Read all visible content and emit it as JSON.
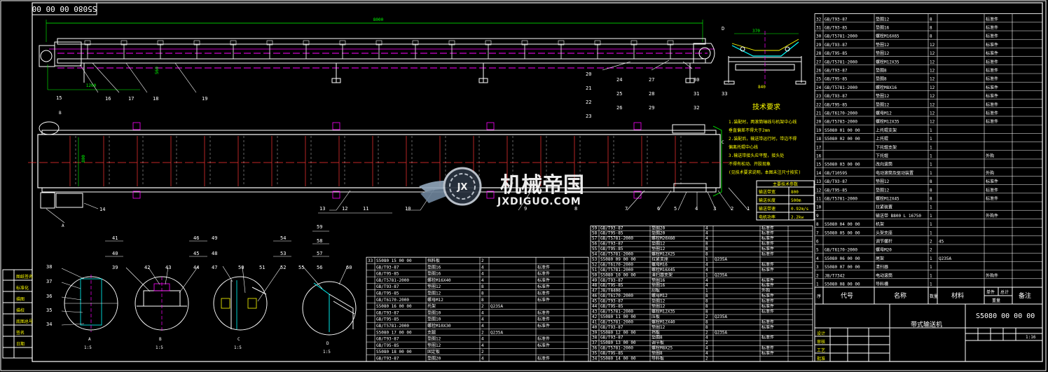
{
  "drawing_number": "S5080 00 00 00",
  "drawing_title": "带式输送机",
  "title_block": {
    "scale": "1:16",
    "parts_header": {
      "no": "序",
      "code": "代号",
      "name": "名称",
      "qty": "数量",
      "material": "材料",
      "weight_single": "单件",
      "weight_total": "总计",
      "weight": "重量",
      "remark": "备注"
    }
  },
  "tech_requirements": {
    "title": "技术要求",
    "lines": [
      "1.装配时，两滚筒轴线与机架中心线",
      "  垂直偏差不得大于2mm",
      "2.装配后，输送带运行时，带边不得",
      "  偏离托辊中心线",
      "3.输送带接头应平整，接头处",
      "  不得有松动、开胶现象",
      "(见技术要求说明，本图未注尺寸按实)"
    ]
  },
  "main_params": {
    "title": "主要技术参数",
    "rows": [
      [
        "输送带宽",
        "800"
      ],
      [
        "输送长度",
        "500m"
      ],
      [
        "输送带速",
        "0.92m/s"
      ],
      [
        "电机功率",
        "2.2kw"
      ]
    ]
  },
  "view_labels": {
    "view_a": "A",
    "view_b": "B",
    "view_c": "C",
    "view_d": "D",
    "detail_scale": "1:5",
    "dim_top": "8000",
    "dim_top_b": "800",
    "dim_left": "1200",
    "dim_left_b": "560",
    "dim_side": "840",
    "dim_sec": "370"
  },
  "callouts_side": [
    "15",
    "16",
    "17",
    "18",
    "19",
    "20",
    "21",
    "22",
    "23",
    "24",
    "25",
    "26",
    "27",
    "28",
    "29",
    "30",
    "31",
    "32",
    "33"
  ],
  "callouts_plan": [
    "1",
    "2",
    "3",
    "4",
    "5",
    "6",
    "7",
    "8",
    "9",
    "10",
    "11",
    "12",
    "13",
    "14"
  ],
  "callouts_detail": [
    "34",
    "35",
    "36",
    "37",
    "38",
    "39",
    "40",
    "41",
    "42",
    "43",
    "44",
    "45",
    "46",
    "47",
    "48",
    "49",
    "50",
    "51",
    "52",
    "53",
    "54",
    "55",
    "56",
    "57",
    "58",
    "59",
    "60"
  ],
  "left_stamp": [
    "图纸签名",
    "标准化",
    "描图",
    "描校",
    "底图总号",
    "签名",
    "日期"
  ],
  "signoff": [
    "设计",
    "审核",
    "工艺",
    "批准"
  ],
  "parts_right": [
    [
      "32",
      "GB/T93-87",
      "垫圈12",
      "8",
      "",
      "标准件"
    ],
    [
      "31",
      "GB/T93-85",
      "垫圈16",
      "8",
      "",
      "标准件"
    ],
    [
      "30",
      "GB/T5781-2000",
      "螺栓M16X65",
      "8",
      "",
      "标准件"
    ],
    [
      "29",
      "GB/T93-87",
      "垫圈12",
      "12",
      "",
      "标准件"
    ],
    [
      "28",
      "GB/T95-85",
      "垫圈12",
      "12",
      "",
      "标准件"
    ],
    [
      "27",
      "GB/T5781-2000",
      "螺栓M12X35",
      "12",
      "",
      "标准件"
    ],
    [
      "26",
      "GB/T93-87",
      "垫圈8",
      "12",
      "",
      "标准件"
    ],
    [
      "25",
      "GB/T95-85",
      "垫圈8",
      "12",
      "",
      "标准件"
    ],
    [
      "24",
      "GB/T5781-2000",
      "螺栓M8X16",
      "12",
      "",
      "标准件"
    ],
    [
      "23",
      "GB/T93-87",
      "垫圈12",
      "12",
      "",
      "标准件"
    ],
    [
      "22",
      "GB/T95-85",
      "垫圈12",
      "12",
      "",
      "标准件"
    ],
    [
      "21",
      "GB/T6170-2000",
      "螺母M12",
      "12",
      "",
      "标准件"
    ],
    [
      "20",
      "GB/T5783-2000",
      "螺栓M12X35",
      "12",
      "",
      "标准件"
    ],
    [
      "19",
      "S5080 01 00 00",
      "上托辊支架",
      "1",
      "",
      ""
    ],
    [
      "18",
      "S5080 02 00 00",
      "上托辊",
      "1",
      "",
      ""
    ],
    [
      "17",
      "",
      "下托辊支架",
      "1",
      "",
      ""
    ],
    [
      "16",
      "",
      "下托辊",
      "1",
      "",
      "外购"
    ],
    [
      "15",
      "S5080 03 00 00",
      "改向滚筒",
      "1",
      "",
      ""
    ],
    [
      "14",
      "GB/T10595",
      "电动滚筒及驱动装置",
      "1",
      "",
      "外购"
    ],
    [
      "13",
      "GB/T93-87",
      "垫圈12",
      "8",
      "",
      "标准件"
    ],
    [
      "12",
      "GB/T95-85",
      "垫圈12",
      "8",
      "",
      "标准件"
    ],
    [
      "11",
      "GB/T5781-2000",
      "螺栓M12X45",
      "8",
      "",
      "标准件"
    ],
    [
      "10",
      "",
      "拉紧装置",
      "1",
      "",
      ""
    ],
    [
      "9",
      "",
      "输送带 B800 L 16750",
      "1",
      "",
      "外购件"
    ],
    [
      "8",
      "S5080 04 00 00",
      "机架",
      "1",
      "",
      ""
    ],
    [
      "7",
      "S5080 05 00 00",
      "头架支座",
      "1",
      "",
      ""
    ],
    [
      "6",
      "",
      "调节螺杆",
      "2",
      "45",
      ""
    ],
    [
      "5",
      "GB/T6170-2000",
      "螺母M20",
      "2",
      "",
      ""
    ],
    [
      "4",
      "S5080 06 00 00",
      "尾架",
      "1",
      "Q235A",
      ""
    ],
    [
      "3",
      "S5080 07 00 00",
      "清扫器",
      "1",
      "",
      ""
    ],
    [
      "2",
      "JB/T7342",
      "电动滚筒",
      "1",
      "",
      "外购件"
    ],
    [
      "1",
      "S5080 08 00 00",
      "导料槽",
      "1",
      "",
      ""
    ]
  ],
  "parts_mid": [
    [
      "59",
      "GB/T93-87",
      "垫圈20",
      "4",
      "",
      "标准件"
    ],
    [
      "58",
      "GB/T95-85",
      "垫圈20",
      "4",
      "",
      "标准件"
    ],
    [
      "57",
      "GB/T5781-2000",
      "螺栓M20X60",
      "4",
      "",
      "标准件"
    ],
    [
      "56",
      "GB/T93-87",
      "垫圈12",
      "8",
      "",
      "标准件"
    ],
    [
      "55",
      "GB/T95-85",
      "垫圈12",
      "8",
      "",
      "标准件"
    ],
    [
      "54",
      "GB/T5781-2000",
      "螺栓M12X25",
      "8",
      "",
      "标准件"
    ],
    [
      "53",
      "S5080 09 00 00",
      "拉紧支座",
      "1",
      "Q235A",
      ""
    ],
    [
      "52",
      "GB/T6170-2000",
      "螺母M16",
      "4",
      "",
      "标准件"
    ],
    [
      "51",
      "GB/T5781-2000",
      "螺栓M16X45",
      "4",
      "",
      "标准件"
    ],
    [
      "50",
      "S5080 10 00 00",
      "清扫器支架",
      "1",
      "Q235A",
      ""
    ],
    [
      "49",
      "GB/T93-87",
      "垫圈16",
      "4",
      "",
      "标准件"
    ],
    [
      "48",
      "GB/T95-85",
      "垫圈16",
      "4",
      "",
      "标准件"
    ],
    [
      "47",
      "JB/T8406",
      "刮板",
      "1",
      "",
      "外购"
    ],
    [
      "46",
      "GB/T6170-2000",
      "螺母M12",
      "8",
      "",
      "标准件"
    ],
    [
      "45",
      "GB/T93-87",
      "垫圈12",
      "8",
      "",
      "标准件"
    ],
    [
      "44",
      "GB/T95-85",
      "垫圈12",
      "8",
      "",
      "标准件"
    ],
    [
      "43",
      "GB/T5781-2000",
      "螺栓M12X35",
      "8",
      "",
      "标准件"
    ],
    [
      "42",
      "S5080 11 00 00",
      "压板",
      "2",
      "Q235A",
      ""
    ],
    [
      "41",
      "GB/T5781-2000",
      "螺栓M12X40",
      "8",
      "",
      "标准件"
    ],
    [
      "40",
      "GB/T93-87",
      "垫圈12",
      "8",
      "",
      "标准件"
    ],
    [
      "39",
      "S5080 12 00 00",
      "挡板",
      "2",
      "Q235A",
      ""
    ],
    [
      "38",
      "GB/T93-87",
      "垫圈8",
      "4",
      "",
      "标准件"
    ],
    [
      "37",
      "S5080 13 00 00",
      "调节板",
      "2",
      "",
      ""
    ],
    [
      "36",
      "GB/T5781-2000",
      "螺栓M8X25",
      "4",
      "",
      "标准件"
    ],
    [
      "35",
      "GB/T95-85",
      "垫圈8",
      "4",
      "",
      "标准件"
    ],
    [
      "34",
      "S5080 14 00 00",
      "导料板",
      "2",
      "",
      ""
    ]
  ],
  "parts_left": [
    [
      "33",
      "S5080 15 00 00",
      "挡料板",
      "2",
      "",
      ""
    ],
    [
      "",
      "GB/T93-87",
      "垫圈16",
      "4",
      "",
      "标准件"
    ],
    [
      "",
      "GB/T95-85",
      "垫圈16",
      "4",
      "",
      "标准件"
    ],
    [
      "",
      "GB/T5781-2000",
      "螺栓M16X40",
      "4",
      "",
      "标准件"
    ],
    [
      "",
      "GB/T93-87",
      "垫圈12",
      "8",
      "",
      "标准件"
    ],
    [
      "",
      "GB/T95-85",
      "垫圈12",
      "8",
      "",
      "标准件"
    ],
    [
      "",
      "GB/T6170-2000",
      "螺母M12",
      "8",
      "",
      "标准件"
    ],
    [
      "",
      "S5080 16 00 00",
      "托架",
      "2",
      "Q235A",
      ""
    ],
    [
      "",
      "GB/T93-87",
      "垫圈10",
      "4",
      "",
      "标准件"
    ],
    [
      "",
      "GB/T95-85",
      "垫圈10",
      "4",
      "",
      "标准件"
    ],
    [
      "",
      "GB/T5781-2000",
      "螺栓M10X30",
      "4",
      "",
      "标准件"
    ],
    [
      "",
      "S5080 17 00 00",
      "支腿",
      "2",
      "Q235A",
      ""
    ],
    [
      "",
      "GB/T93-87",
      "垫圈12",
      "4",
      "",
      "标准件"
    ],
    [
      "",
      "GB/T95-85",
      "垫圈12",
      "4",
      "",
      "标准件"
    ],
    [
      "",
      "S5080 18 00 00",
      "固定板",
      "2",
      "",
      ""
    ],
    [
      "",
      "GB/T93-87",
      "垫圈20",
      "4",
      "",
      "标准件"
    ]
  ],
  "watermark": {
    "brand": "机械帝国",
    "url": "JXDIGUO.COM",
    "emblem": "JX"
  },
  "colors": {
    "frame": "#ffffff",
    "part": "#ffffff",
    "center": "#ff00ff",
    "accent": "#ffff00",
    "dim": "#00ff00",
    "hidden": "#ff3333",
    "bolt": "#00ffff"
  }
}
